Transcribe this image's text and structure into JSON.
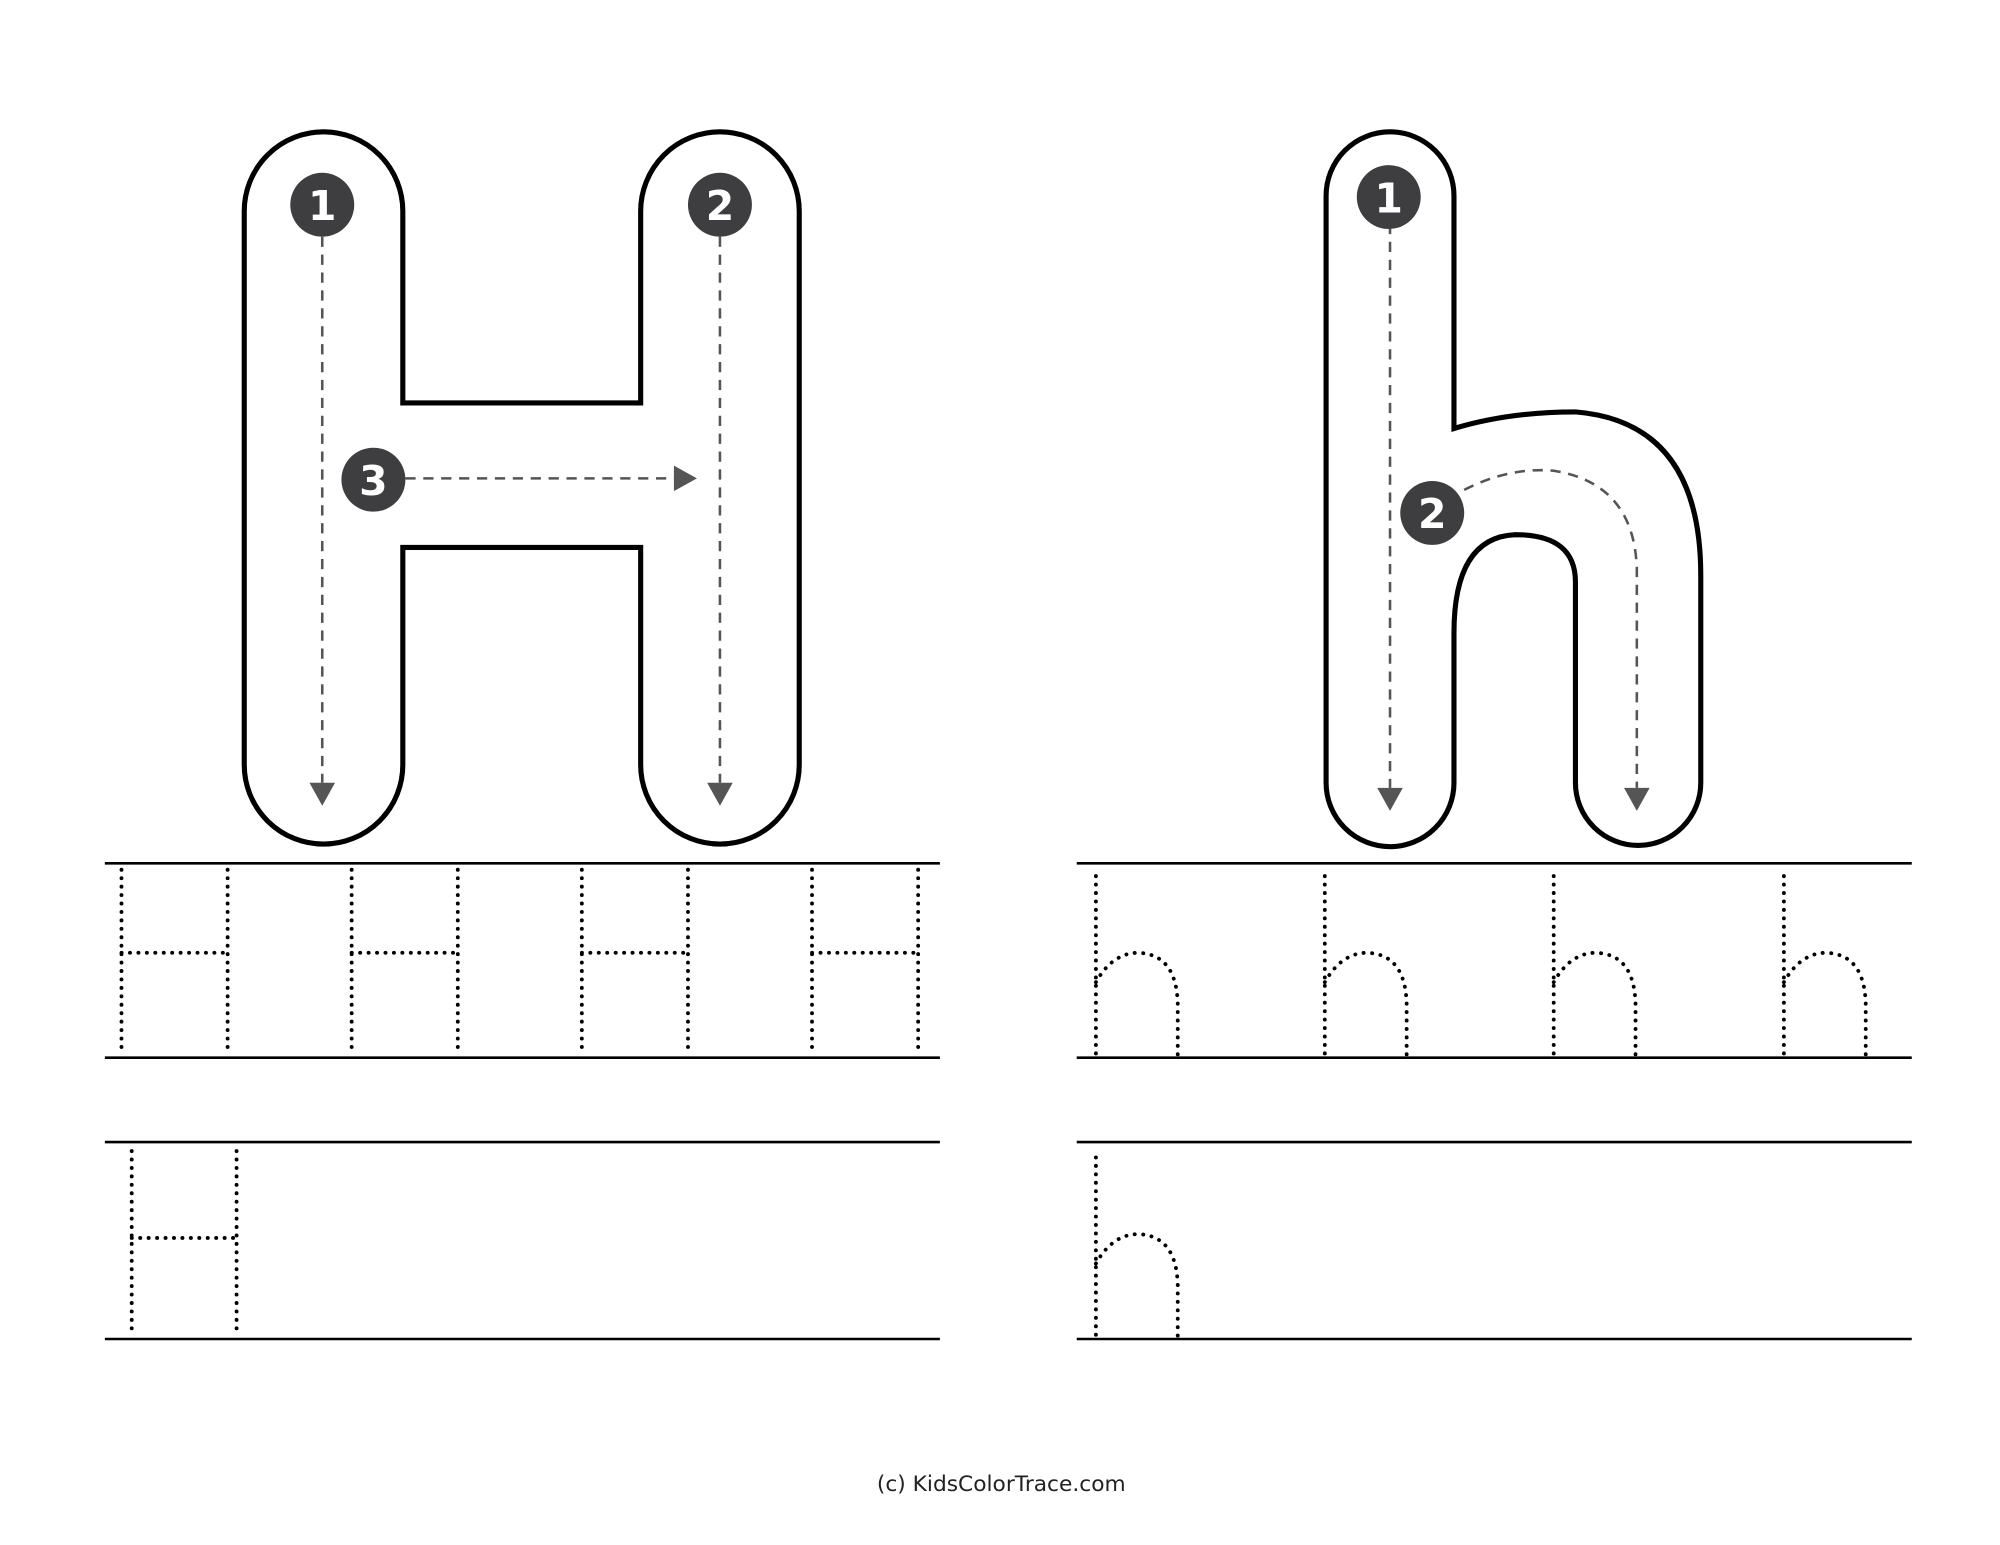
{
  "worksheet": {
    "uppercase_letter": "H",
    "lowercase_letter": "h",
    "uppercase_strokes": [
      "1",
      "2",
      "3"
    ],
    "lowercase_strokes": [
      "1",
      "2"
    ],
    "traced_uppercase_count": 4,
    "traced_lowercase_count": 4
  },
  "colors": {
    "badge": "#3e3e40",
    "arrow": "#555555"
  },
  "footer": {
    "copyright": "(c) KidsColorTrace.com"
  }
}
